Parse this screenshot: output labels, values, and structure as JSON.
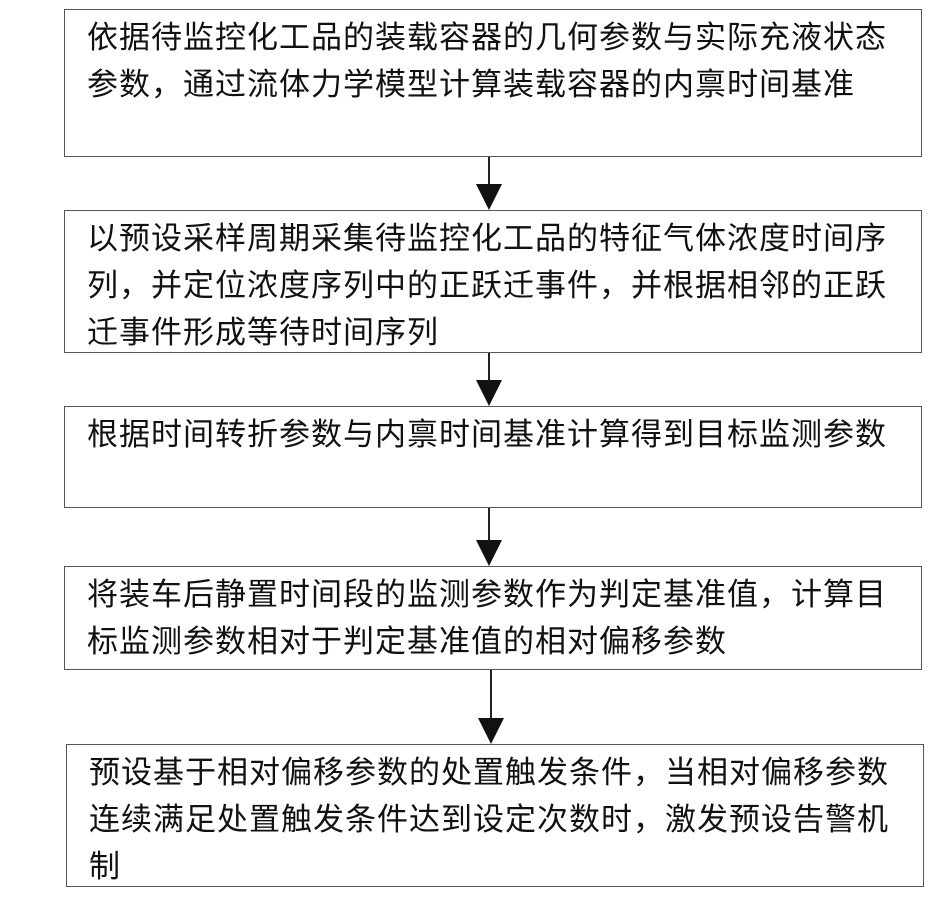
{
  "flowchart": {
    "steps": [
      {
        "text": "依据待监控化工品的装载容器的几何参数与实际充液状态参数，通过流体力学模型计算装载容器的内禀时间基准"
      },
      {
        "text": "以预设采样周期采集待监控化工品的特征气体浓度时间序列，并定位浓度序列中的正跃迁事件，并根据相邻的正跃迁事件形成等待时间序列"
      },
      {
        "text": "根据时间转折参数与内禀时间基准计算得到目标监测参数"
      },
      {
        "text": "将装车后静置时间段的监测参数作为判定基准值，计算目标监测参数相对于判定基准值的相对偏移参数"
      },
      {
        "text": "预设基于相对偏移参数的处置触发条件，当相对偏移参数连续满足处置触发条件达到设定次数时，激发预设告警机制"
      }
    ]
  }
}
